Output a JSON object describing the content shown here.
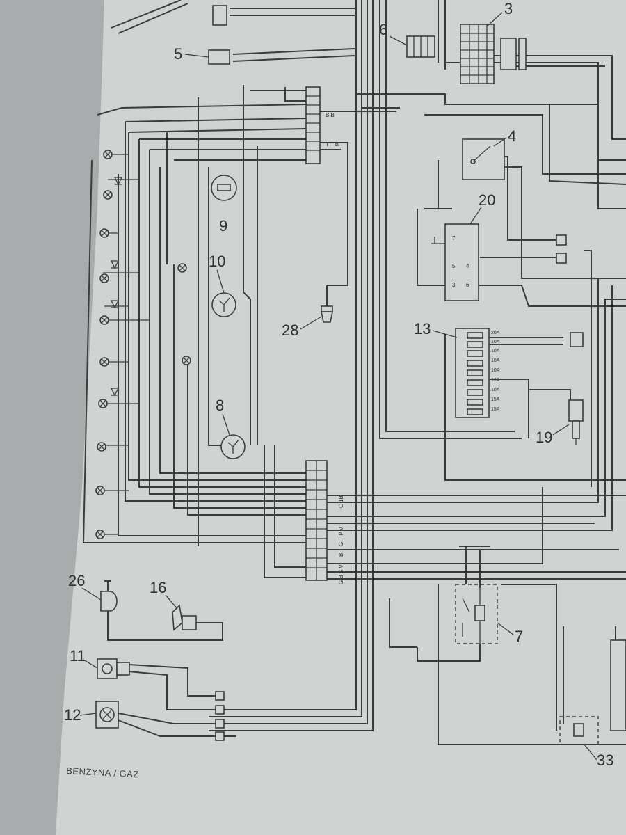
{
  "component_numbers": [
    "3",
    "6",
    "5",
    "4",
    "20",
    "9",
    "10",
    "28",
    "13",
    "19",
    "8",
    "26",
    "16",
    "7",
    "11",
    "12",
    "33"
  ],
  "fuse_ratings": [
    "20A",
    "10A",
    "10A",
    "10A",
    "10A",
    "10A",
    "10A",
    "15A",
    "15A"
  ],
  "connector_codes": [
    "C 1B",
    "G T P V",
    "B",
    "G B S V"
  ],
  "footer_text": "BENZYNA / GAZ"
}
